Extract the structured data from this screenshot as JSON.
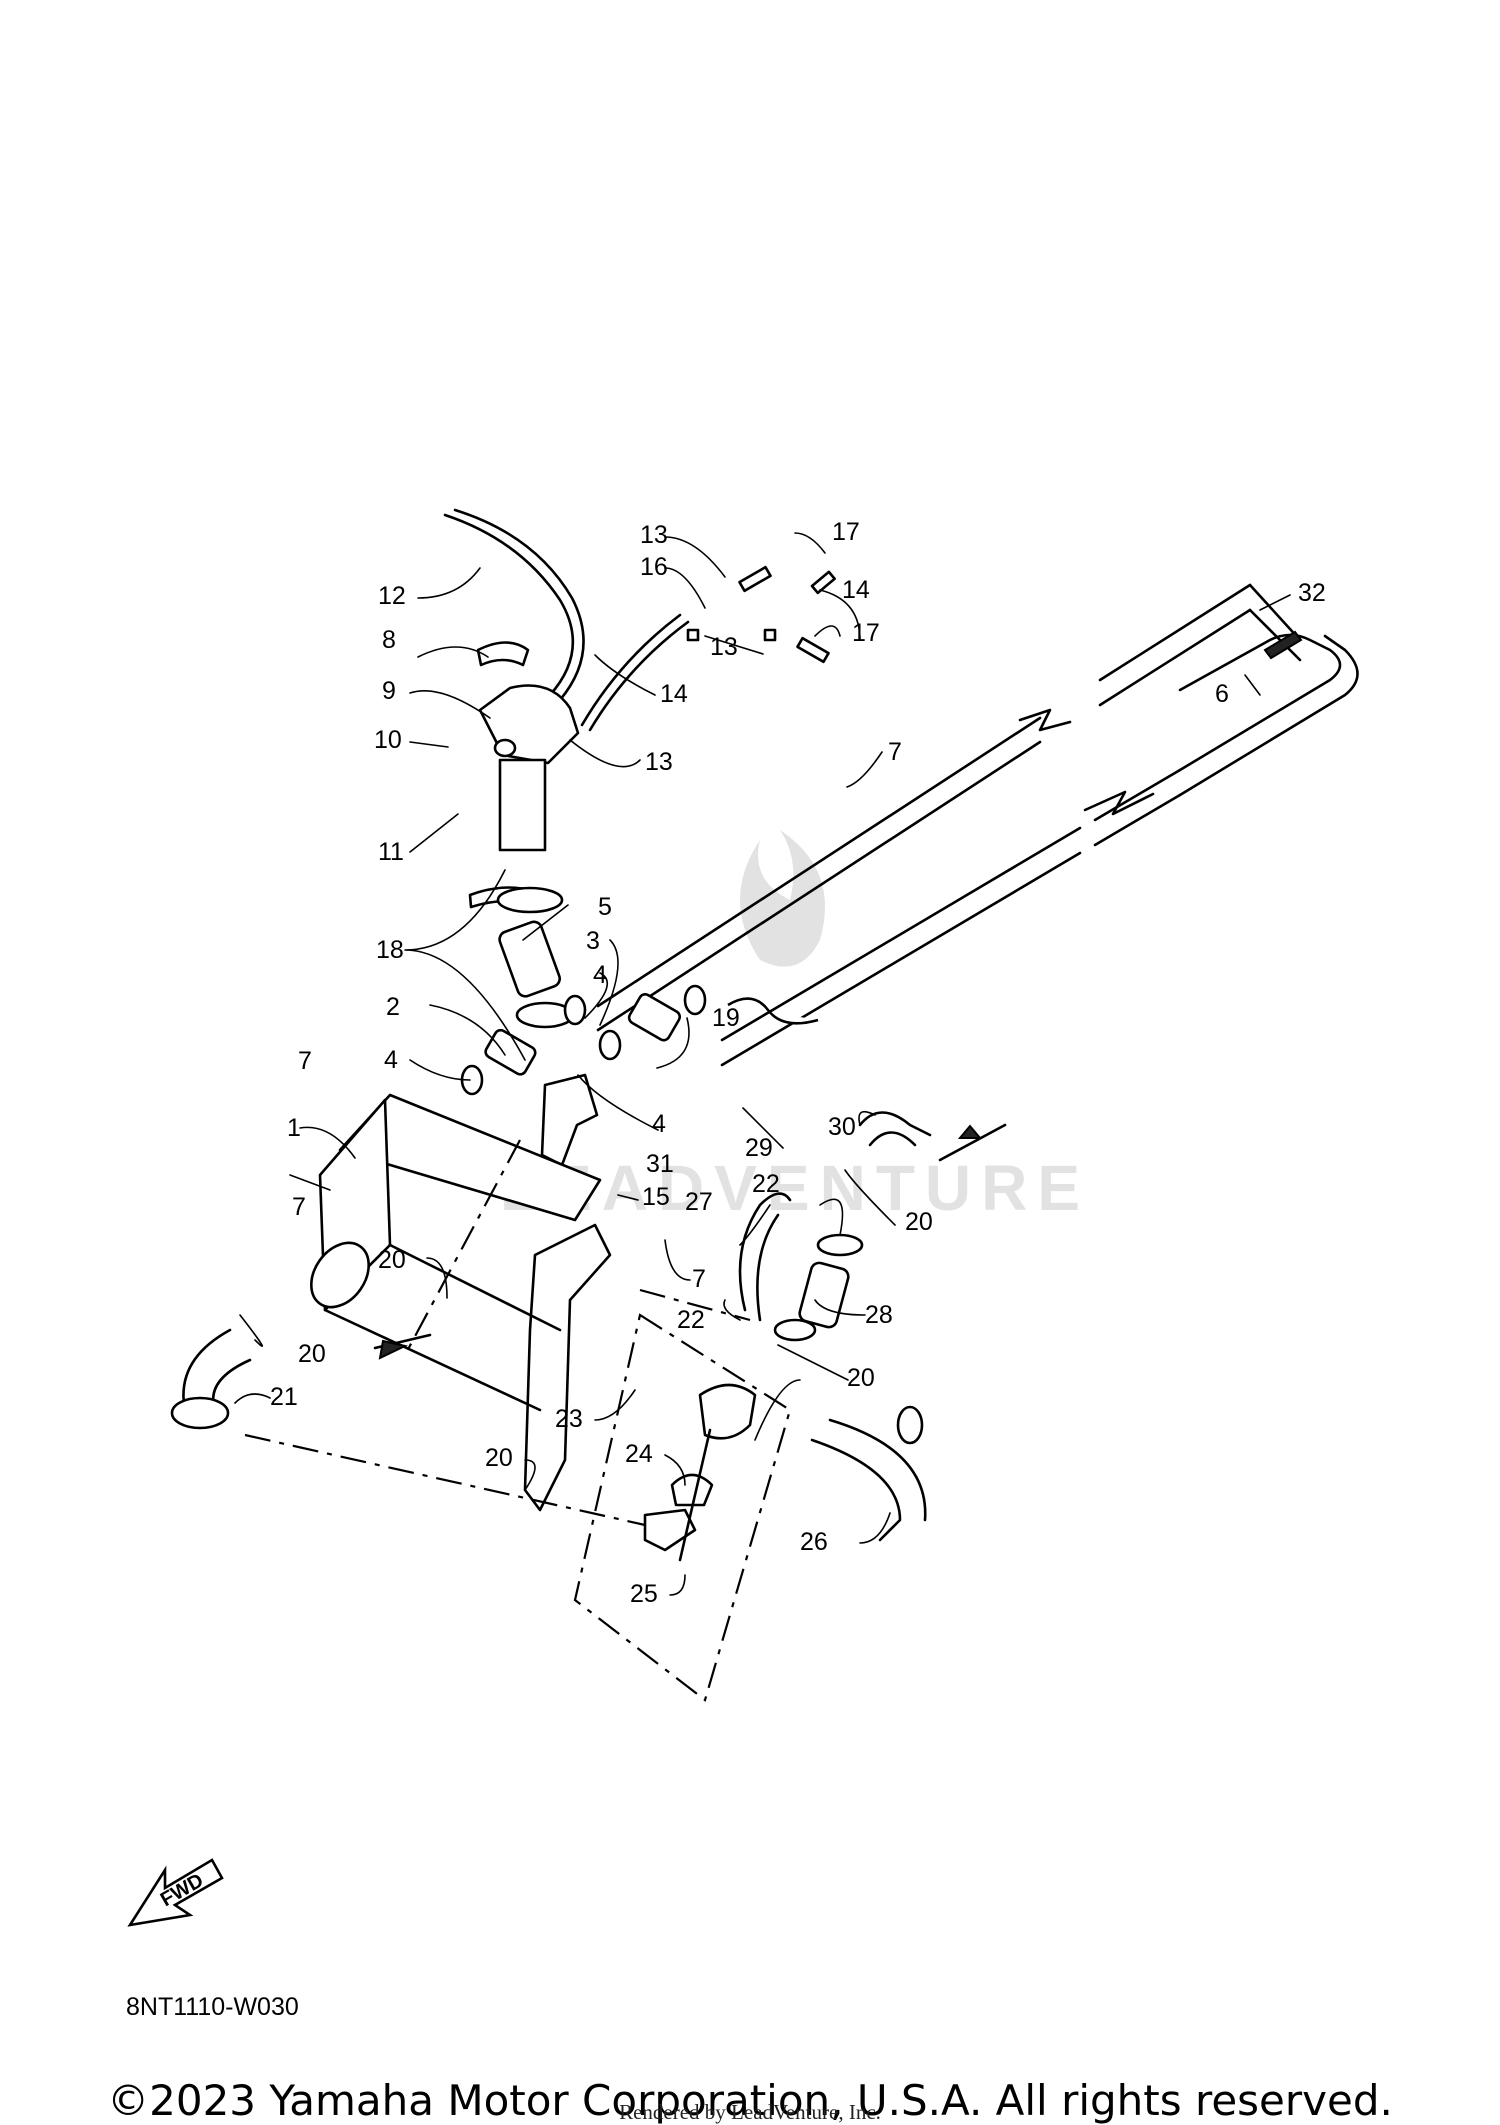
{
  "callouts": [
    {
      "n": "12",
      "cx": 0
    },
    {
      "n": "8"
    },
    {
      "n": "9"
    },
    {
      "n": "10"
    },
    {
      "n": "11"
    },
    {
      "n": "13"
    },
    {
      "n": "16"
    },
    {
      "n": "13"
    },
    {
      "n": "17"
    },
    {
      "n": "14"
    },
    {
      "n": "17"
    },
    {
      "n": "14"
    },
    {
      "n": "13"
    },
    {
      "n": "32"
    },
    {
      "n": "6"
    },
    {
      "n": "7"
    },
    {
      "n": "18"
    },
    {
      "n": "5"
    },
    {
      "n": "3"
    },
    {
      "n": "4"
    },
    {
      "n": "2"
    },
    {
      "n": "19"
    },
    {
      "n": "7"
    },
    {
      "n": "4"
    },
    {
      "n": "1"
    },
    {
      "n": "4"
    },
    {
      "n": "31"
    },
    {
      "n": "7"
    },
    {
      "n": "30"
    },
    {
      "n": "29"
    },
    {
      "n": "22"
    },
    {
      "n": "15"
    },
    {
      "n": "27"
    },
    {
      "n": "20"
    },
    {
      "n": "20"
    },
    {
      "n": "7"
    },
    {
      "n": "28"
    },
    {
      "n": "22"
    },
    {
      "n": "20"
    },
    {
      "n": "20"
    },
    {
      "n": "21"
    },
    {
      "n": "23"
    },
    {
      "n": "24"
    },
    {
      "n": "20"
    },
    {
      "n": "26"
    },
    {
      "n": "25"
    }
  ],
  "watermark": "LEADVENTURE",
  "fwd_label": "FWD",
  "diagram_code": "8NT1110-W030",
  "copyright": "©2023 Yamaha Motor Corporation, U.S.A. All rights reserved.",
  "rendered_by": "Rendered by LeadVenture, Inc."
}
